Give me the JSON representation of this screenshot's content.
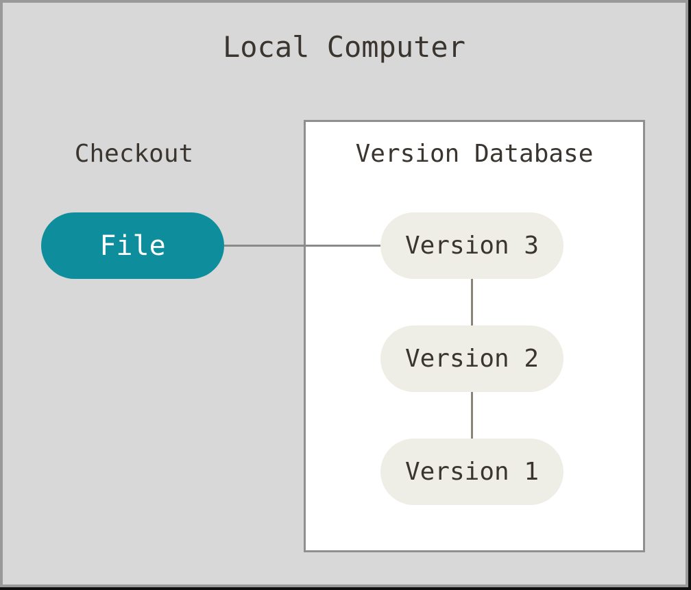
{
  "title": "Local Computer",
  "checkout": {
    "label": "Checkout",
    "file_label": "File"
  },
  "version_database": {
    "label": "Version Database",
    "versions": [
      {
        "label": "Version 3"
      },
      {
        "label": "Version 2"
      },
      {
        "label": "Version 1"
      }
    ]
  },
  "colors": {
    "page_background": "#d8d8d8",
    "frame_border": "#999999",
    "frame_edge_shadow": "#0e0e0e",
    "box_background": "#ffffff",
    "box_border": "#8f8f8f",
    "file_pill_fill": "#0e8e9d",
    "file_pill_text": "#ffffff",
    "version_pill_fill": "#efeee6",
    "text": "#3b3530",
    "connector": "#8a8a8a"
  }
}
